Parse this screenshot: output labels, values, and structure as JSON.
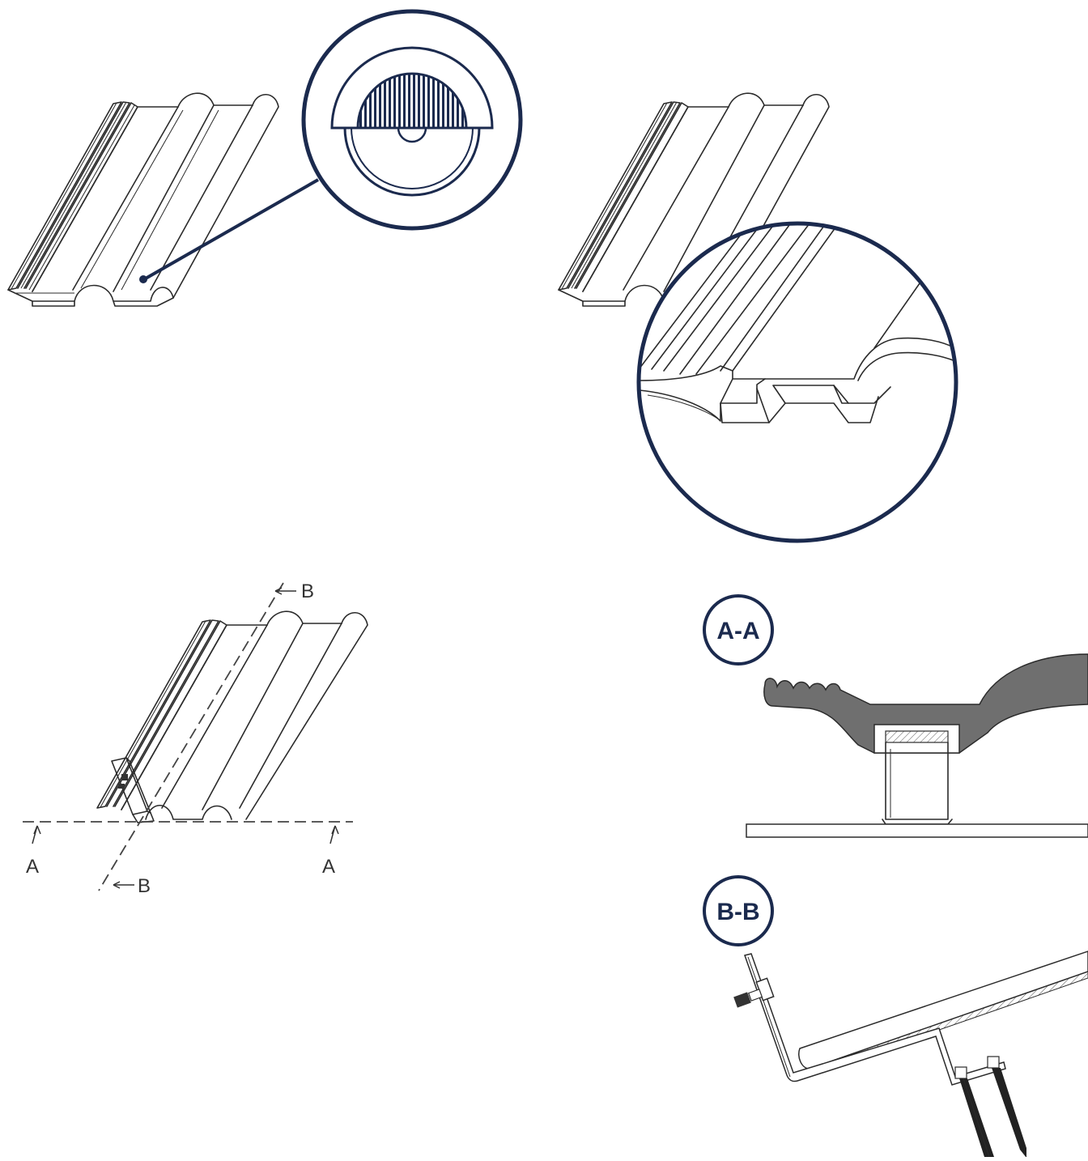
{
  "colors": {
    "accent": "#1b2a4e",
    "section_fill": "#6f6f6f",
    "line": "#2b2b2b",
    "background": "#ffffff"
  },
  "icons": [
    "magnifier-circle-icon"
  ],
  "markers": {
    "a_left": "A",
    "a_right": "A",
    "b_top": "B",
    "b_bottom": "B"
  },
  "badges": {
    "section_aa": "A-A",
    "section_bb": "B-B"
  }
}
